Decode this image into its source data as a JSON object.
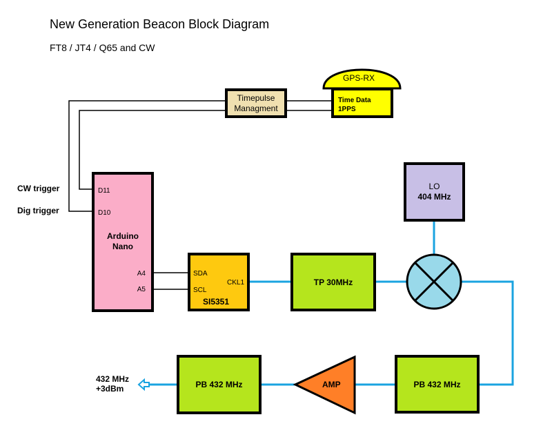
{
  "header": {
    "title": "New Generation Beacon Block Diagram",
    "subtitle": "FT8 / JT4 / Q65 and CW"
  },
  "colors": {
    "rf_line": "#1aa3e0",
    "control_line": "#000000",
    "timepulse_fill": "#f0e0b0",
    "gps_fill": "#ffff00",
    "arduino_fill": "#fbadc8",
    "si5351_fill": "#fec90f",
    "filter_fill": "#b5e51d",
    "lo_fill": "#c8bfe6",
    "mixer_fill": "#99d9ea",
    "amp_fill": "#ff7f27"
  },
  "blocks": {
    "timepulse": {
      "line1": "Timepulse",
      "line2": "Managment"
    },
    "gps": {
      "title": "GPS-RX",
      "line1": "Time Data",
      "line2": "1PPS"
    },
    "arduino": {
      "line1": "Arduino",
      "line2": "Nano",
      "pins": {
        "d11": "D11",
        "d10": "D10",
        "a4": "A4",
        "a5": "A5"
      }
    },
    "si5351": {
      "name": "SI5351",
      "pins": {
        "sda": "SDA",
        "scl": "SCL",
        "clk": "CKL1"
      }
    },
    "tp_filter": {
      "label": "TP 30MHz"
    },
    "lo": {
      "line1": "LO",
      "line2": "404 MHz"
    },
    "mixer": {
      "symbol": "mixer"
    },
    "pb_filter_right": {
      "label": "PB 432 MHz"
    },
    "amp": {
      "label": "AMP"
    },
    "pb_filter_left": {
      "label": "PB 432 MHz"
    }
  },
  "labels": {
    "cw_trigger": "CW trigger",
    "dig_trigger": "Dig trigger",
    "output_freq": "432 MHz",
    "output_power": "+3dBm"
  }
}
